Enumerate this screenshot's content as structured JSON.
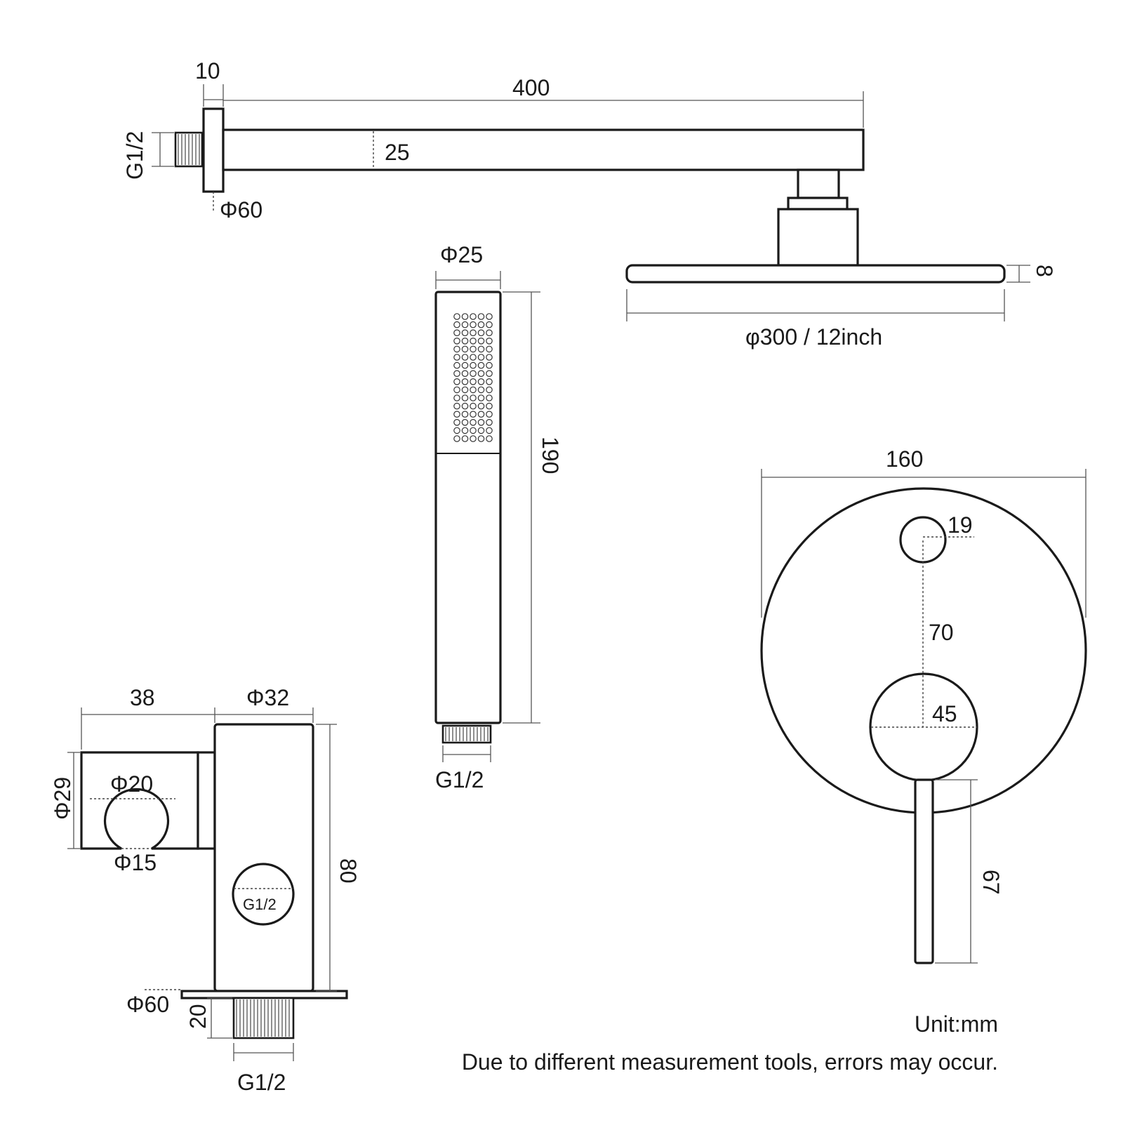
{
  "unit_note": "Unit:mm",
  "disclaimer": "Due to different measurement tools, errors may occur.",
  "shower_arm": {
    "flange_thickness": "10",
    "length": "400",
    "inlet_thread": "G1/2",
    "tube_section": "25",
    "flange_diameter": "Φ60"
  },
  "shower_head": {
    "thickness": "8",
    "diameter": "φ300 / 12inch"
  },
  "hand_shower": {
    "diameter": "Φ25",
    "length": "190",
    "outlet_thread": "G1/2"
  },
  "mixer_valve": {
    "plate_diameter": "160",
    "diverter_diameter": "19",
    "center_distance": "70",
    "hub_diameter": "45",
    "lever_length": "67"
  },
  "wall_holder": {
    "holder_width": "38",
    "body_diameter": "Φ32",
    "cradle_height": "Φ29",
    "cradle_bore": "Φ20",
    "cradle_opening": "Φ15",
    "body_height": "80",
    "outlet_thread": "G1/2",
    "flange_diameter": "Φ60",
    "thread_length": "20",
    "inlet_thread": "G1/2"
  }
}
